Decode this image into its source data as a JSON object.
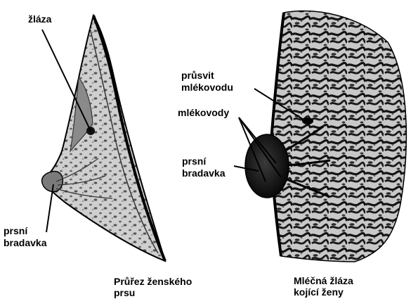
{
  "left_panel": {
    "label_gland": "žláza",
    "label_nipple_line1": "prsní",
    "label_nipple_line2": "bradavka",
    "caption_line1": "Průřez ženského",
    "caption_line2": "prsu"
  },
  "right_panel": {
    "label_sinus_line1": "průsvit",
    "label_sinus_line2": "mlékovodu",
    "label_ducts": "mlékovody",
    "label_nipple_line1": "prsní",
    "label_nipple_line2": "bradavka",
    "caption_line1": "Mléčná žláza",
    "caption_line2": "kojící ženy"
  },
  "colors": {
    "ink": "#000000",
    "tissue_light": "#cfcfcf",
    "tissue_dark": "#141414",
    "background": "#ffffff"
  }
}
